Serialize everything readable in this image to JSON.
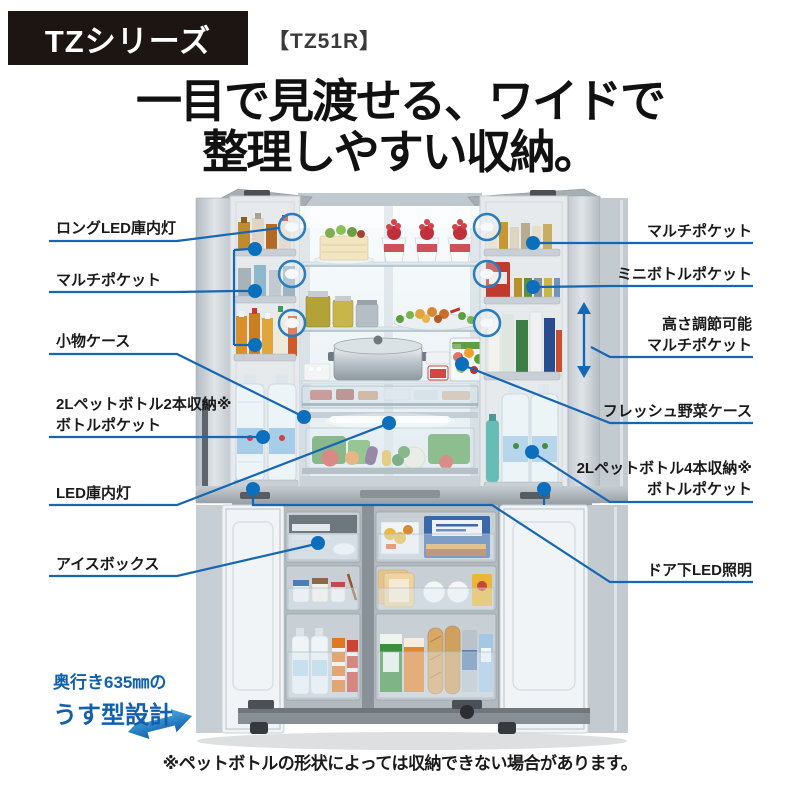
{
  "header": {
    "series_badge": "TZシリーズ",
    "model": "【TZ51R】",
    "title_line1": "一目で見渡せる、ワイドで",
    "title_line2": "整理しやすい収納。"
  },
  "callouts_left": [
    {
      "label": "ロングLED庫内灯"
    },
    {
      "label": "マルチポケット"
    },
    {
      "label": "小物ケース"
    },
    {
      "label": "2Lペットボトル2本収納※",
      "label2": "ボトルポケット"
    },
    {
      "label": "LED庫内灯"
    },
    {
      "label": "アイスボックス"
    }
  ],
  "callouts_right": [
    {
      "label": "マルチポケット"
    },
    {
      "label": "ミニボトルポケット"
    },
    {
      "label": "高さ調節可能",
      "label2": "マルチポケット"
    },
    {
      "label": "フレッシュ野菜ケース"
    },
    {
      "label": "2Lペットボトル4本収納※",
      "label2": "ボトルポケット"
    },
    {
      "label": "ドア下LED照明"
    }
  ],
  "feature_depth": {
    "line1": "奥行き635㎜の",
    "line2": "うす型設計"
  },
  "footnote": "※ペットボトルの形状によっては収納できない場合があります。",
  "colors": {
    "accent_blue": "#1467b4",
    "callout_dot": "#0b6fbe",
    "badge_bg": "#1c1512",
    "feature_blue": "#1160ae",
    "text_black": "#1a1a1a"
  }
}
